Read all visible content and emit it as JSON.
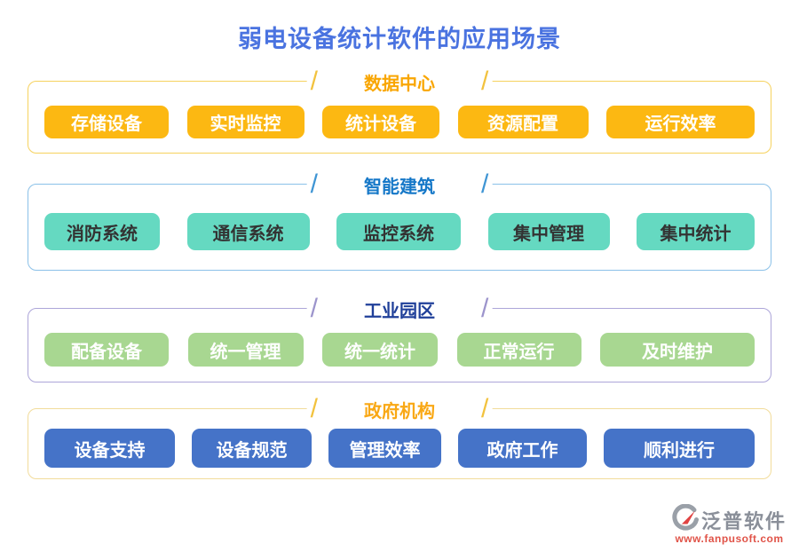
{
  "page": {
    "title": "弱电设备统计软件的应用场景"
  },
  "decor": {
    "slash": "/"
  },
  "sections": [
    {
      "id": "data-center",
      "title": "数据中心",
      "items": [
        "存储设备",
        "实时监控",
        "统计设备",
        "资源配置",
        "运行效率"
      ]
    },
    {
      "id": "smart-building",
      "title": "智能建筑",
      "items": [
        "消防系统",
        "通信系统",
        "监控系统",
        "集中管理",
        "集中统计"
      ]
    },
    {
      "id": "industrial-park",
      "title": "工业园区",
      "items": [
        "配备设备",
        "统一管理",
        "统一统计",
        "正常运行",
        "及时维护"
      ]
    },
    {
      "id": "government",
      "title": "政府机构",
      "items": [
        "设备支持",
        "设备规范",
        "管理效率",
        "政府工作",
        "顺利进行"
      ]
    }
  ],
  "footer": {
    "brand": "泛普软件",
    "url": "www.fanpusoft.com"
  },
  "colors": {
    "page-title": "#4a73e0",
    "sec1-border": "#f6d25e",
    "sec1-header": "#f9a602",
    "sec1-line": "#f2c23e",
    "sec1-btn-bg": "#fcb812",
    "sec1-btn-fg": "#ffffff",
    "sec2-border": "#8bc1e8",
    "sec2-header": "#1678c8",
    "sec2-line": "#3f95d4",
    "sec2-btn-bg": "#65d9c1",
    "sec2-btn-fg": "#333333",
    "sec3-border": "#ada6d9",
    "sec3-header": "#1f3f99",
    "sec3-line": "#9c94cc",
    "sec3-btn-bg": "#a8d791",
    "sec3-btn-fg": "#ffffff",
    "sec4-border": "#f2dc9b",
    "sec4-header": "#f9a815",
    "sec4-line": "#f2c23e",
    "sec4-btn-bg": "#4573c8",
    "sec4-btn-fg": "#ffffff",
    "brand-text": "#8a8f99",
    "brand-url": "#e05348",
    "logo-gray": "#9aa0a8",
    "logo-red": "#e04343"
  }
}
